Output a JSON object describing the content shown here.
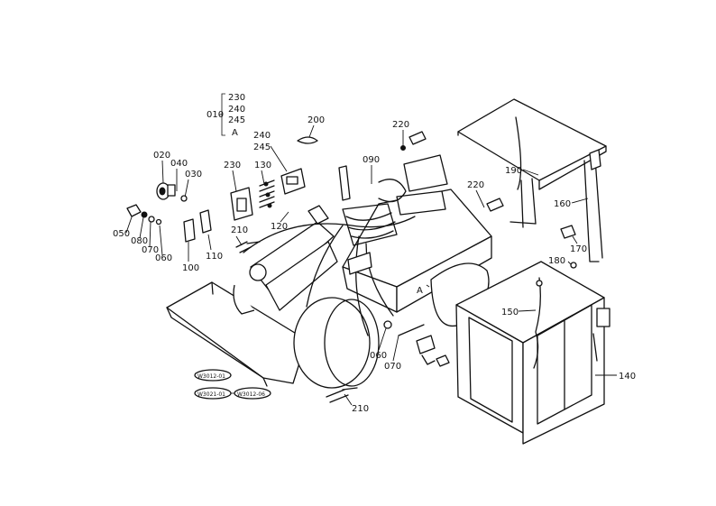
{
  "diagram": {
    "group_010": {
      "code": "010",
      "items": [
        "230",
        "240",
        "245",
        "A"
      ]
    },
    "group_240_245": [
      "240",
      "245"
    ],
    "part_labels": {
      "p020": "020",
      "p040": "040",
      "p030": "030",
      "p050": "050",
      "p080": "080",
      "p070": "070",
      "p060": "060",
      "p100": "100",
      "p110": "110",
      "p230": "230",
      "p130": "130",
      "p120": "120",
      "p210a": "210",
      "p200": "200",
      "p220a": "220",
      "p090": "090",
      "p220b": "220",
      "p190": "190",
      "p160": "160",
      "p170": "170",
      "p180": "180",
      "p150": "150",
      "p140": "140",
      "p060b": "060",
      "p070b": "070",
      "p210b": "210",
      "marker_a": "A"
    },
    "reference_stamps": [
      "W3012-01",
      "W3021-01",
      "W3012-06"
    ]
  }
}
